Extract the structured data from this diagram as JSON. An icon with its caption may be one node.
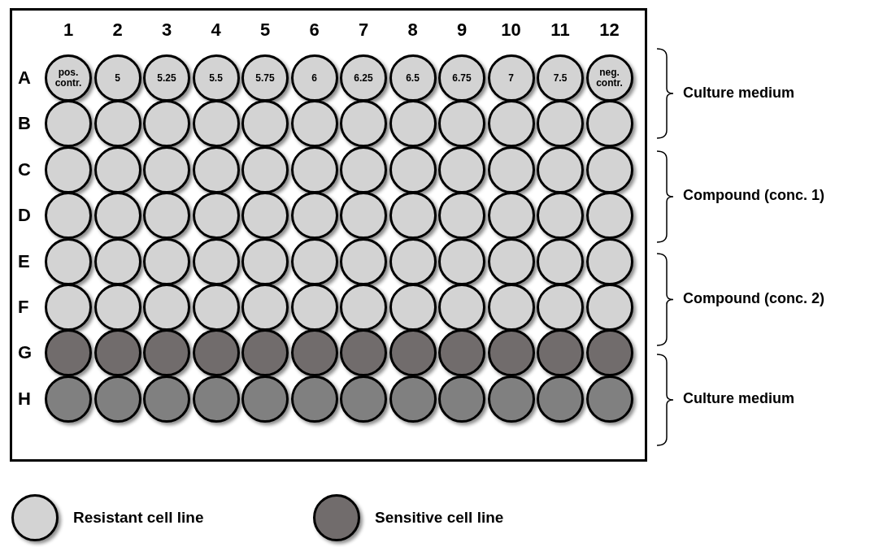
{
  "diagram": {
    "nodes": [
      {
        "text": [
          "pos. contr."
        ]
      },
      {
        "text": [
          "5"
        ]
      },
      {
        "text": [
          "5.25"
        ]
      },
      {
        "text": [
          "5.5"
        ]
      },
      {
        "text": [
          "5.75"
        ]
      },
      {
        "text": [
          "6"
        ]
      },
      {
        "text": [
          "6.25"
        ]
      },
      {
        "text": [
          "6.5"
        ]
      },
      {
        "text": [
          "6.75"
        ]
      },
      {
        "text": [
          "7"
        ]
      },
      {
        "text": [
          "7.5"
        ]
      },
      {
        "text": [
          "neg. contr."
        ]
      },
      {
        "text": [],
        "shape": "circle"
      },
      {
        "text": [],
        "shape": "circle"
      },
      {
        "text": [],
        "shape": "circle"
      },
      {
        "text": [],
        "shape": "circle"
      },
      {
        "text": [],
        "shape": "circle"
      },
      {
        "text": [],
        "shape": "circle"
      },
      {
        "text": [],
        "shape": "circle"
      },
      {
        "text": [],
        "shape": "circle"
      },
      {
        "text": [],
        "shape": "circle"
      },
      {
        "text": [],
        "shape": "circle"
      },
      {
        "text": [],
        "shape": "circle"
      },
      {
        "text": [],
        "shape": "circle"
      },
      {
        "text": [],
        "shape": "circle"
      },
      {
        "text": [],
        "shape": "circle"
      },
      {
        "text": [],
        "shape": "circle"
      },
      {
        "text": [],
        "shape": "circle"
      },
      {
        "text": [],
        "shape": "circle"
      },
      {
        "text": [],
        "shape": "circle"
      },
      {
        "text": [],
        "shape": "circle"
      },
      {
        "text": [],
        "shape": "circle"
      },
      {
        "text": [],
        "shape": "circle"
      },
      {
        "text": [],
        "shape": "circle"
      },
      {
        "text": [],
        "shape": "circle"
      },
      {
        "text": [],
        "shape": "circle"
      },
      {
        "text": [],
        "shape": "circle"
      },
      {
        "text": [],
        "shape": "circle"
      },
      {
        "text": [],
        "shape": "circle"
      },
      {
        "text": [],
        "shape": "circle"
      },
      {
        "text": [],
        "shape": "circle"
      },
      {
        "text": [],
        "shape": "circle"
      },
      {
        "text": [],
        "shape": "circle"
      },
      {
        "text": [],
        "shape": "circle"
      },
      {
        "text": [],
        "shape": "circle"
      },
      {
        "text": [],
        "shape": "circle"
      },
      {
        "text": [],
        "shape": "circle"
      },
      {
        "text": [],
        "shape": "circle"
      },
      {
        "text": [],
        "shape": "circle"
      },
      {
        "text": [],
        "shape": "circle"
      },
      {
        "text": [],
        "shape": "circle"
      },
      {
        "text": [],
        "shape": "circle"
      },
      {
        "text": [],
        "shape": "circle"
      },
      {
        "text": [],
        "shape": "circle"
      },
      {
        "text": [],
        "shape": "circle"
      },
      {
        "text": [],
        "shape": "circle"
      },
      {
        "text": [],
        "shape": "circle"
      },
      {
        "text": [],
        "shape": "circle"
      },
      {
        "text": [],
        "shape": "circle"
      },
      {
        "text": [],
        "shape": "circle"
      },
      {
        "text": [],
        "shape": "circle"
      },
      {
        "text": [],
        "shape": "circle"
      },
      {
        "text": [],
        "shape": "circle"
      },
      {
        "text": [],
        "shape": "circle"
      },
      {
        "text": [],
        "shape": "circle"
      },
      {
        "text": [],
        "shape": "circle"
      },
      {
        "text": [],
        "shape": "circle"
      },
      {
        "text": [],
        "shape": "circle"
      },
      {
        "text": [],
        "shape": "circle"
      },
      {
        "text": [],
        "shape": "circle"
      },
      {
        "text": [],
        "shape": "circle"
      },
      {
        "text": [],
        "shape": "circle"
      },
      {
        "text": [],
        "shape": "circle"
      },
      {
        "text": [],
        "shape": "circle"
      },
      {
        "text": [],
        "shape": "circle"
      },
      {
        "text": [],
        "shape": "circle"
      },
      {
        "text": [],
        "shape": "circle"
      },
      {
        "text": [],
        "shape": "circle"
      },
      {
        "text": [],
        "shape": "circle"
      },
      {
        "text": [],
        "shape": "circle"
      },
      {
        "text": [],
        "shape": "circle"
      },
      {
        "text": [],
        "shape": "circle"
      },
      {
        "text": [],
        "shape": "circle"
      },
      {
        "text": [],
        "shape": "circle"
      },
      {
        "text": [],
        "shape": "circle"
      },
      {
        "text": [],
        "shape": "circle"
      },
      {
        "text": [],
        "shape": "circle"
      },
      {
        "text": [],
        "shape": "circle"
      },
      {
        "text": [],
        "shape": "circle"
      },
      {
        "text": [],
        "shape": "circle"
      },
      {
        "text": [],
        "shape": "circle"
      },
      {
        "text": [],
        "shape": "circle"
      },
      {
        "text": [],
        "shape": "circle"
      },
      {
        "text": [],
        "shape": "circle"
      },
      {
        "text": [],
        "shape": "circle"
      },
      {
        "text": [],
        "shape": "circle"
      }
    ],
    "labels": [
      "1",
      "2",
      "3",
      "4",
      "5",
      "6",
      "7",
      "8",
      "9",
      "10",
      "11",
      "12",
      "A",
      "B",
      "C",
      "D",
      "E",
      "F",
      "G",
      "H",
      "Culture medium",
      "Compound (conc. 1)",
      "Compound (conc. 2)",
      "Culture medium"
    ],
    "legend": [
      {
        "text": "Resistant cell line",
        "color": "#d3d3d3"
      },
      {
        "text": "Sensitive cell line",
        "color": "#716c6c"
      }
    ]
  }
}
